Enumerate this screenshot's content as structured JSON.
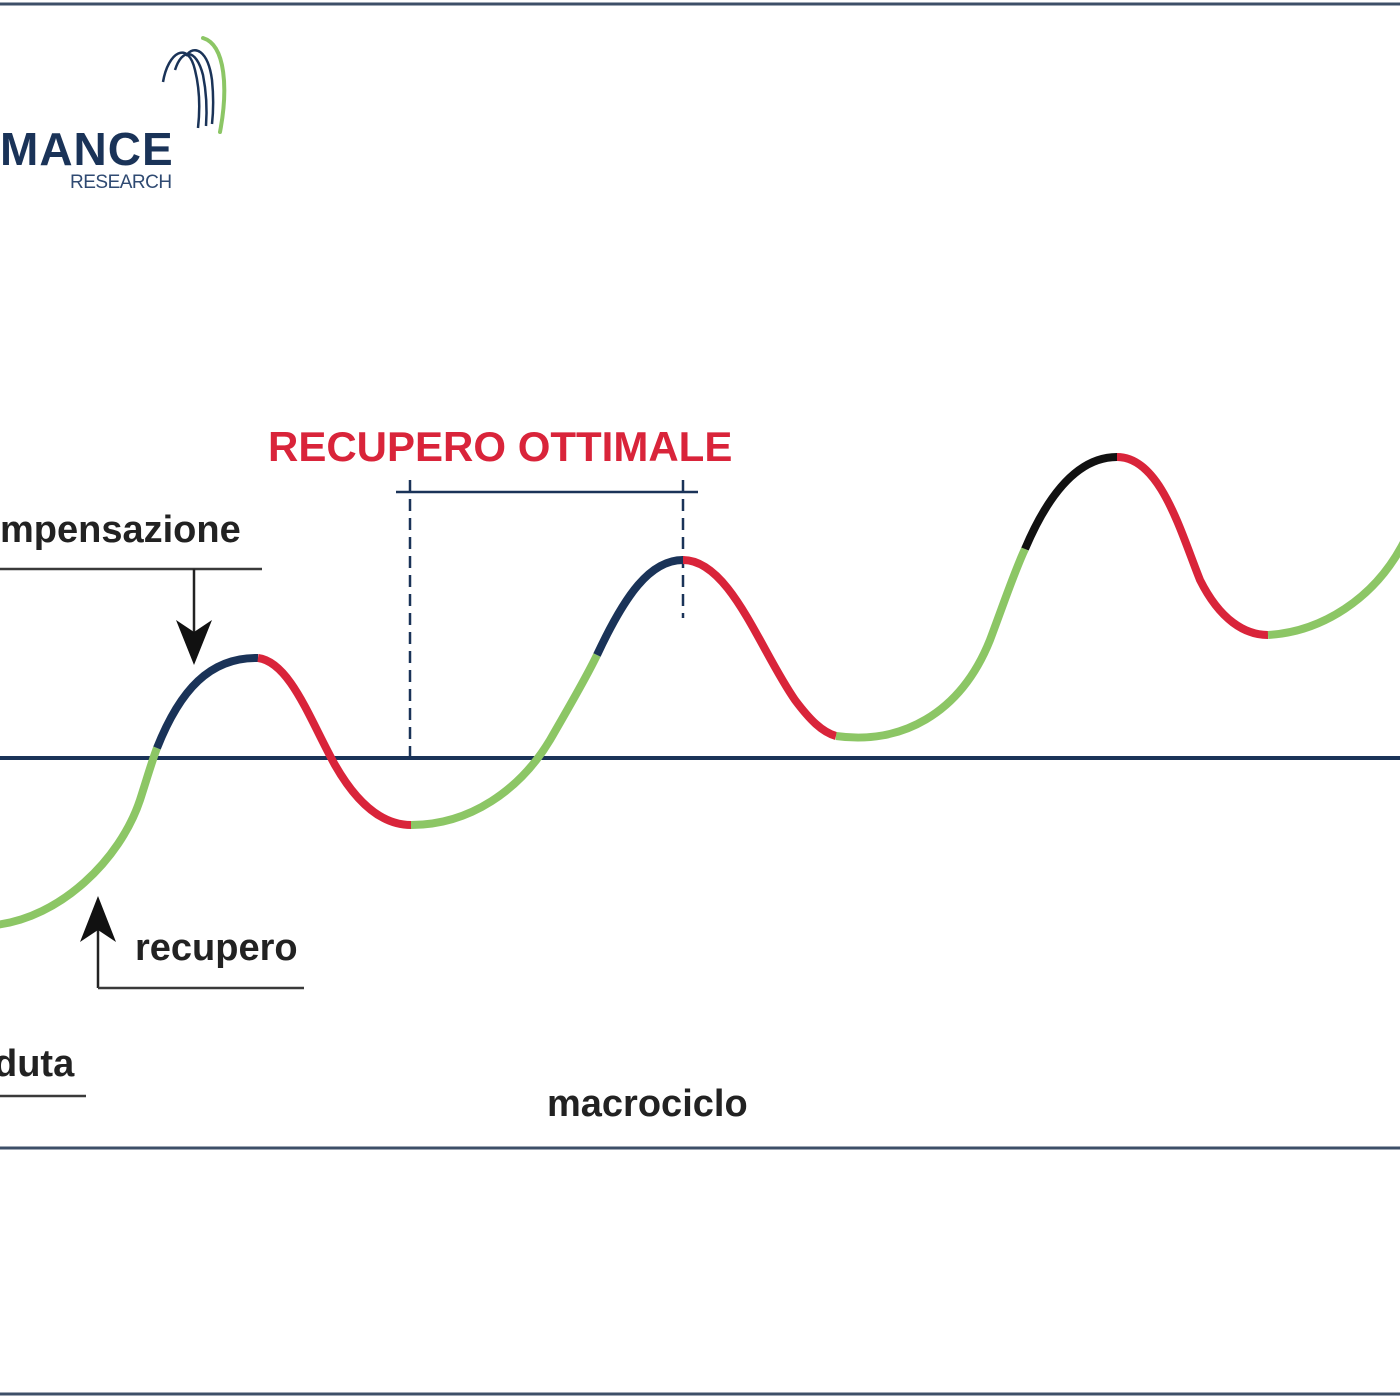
{
  "logo": {
    "word": "MANCE",
    "sub": "RESEARCH"
  },
  "labels": {
    "optimal_recovery": "RECUPERO OTTIMALE",
    "supercompensation": "mpensazione",
    "recovery": "recupero",
    "drop": "duta",
    "macrocycle": "macrociclo"
  },
  "colors": {
    "navy": "#1a3358",
    "green": "#8cc665",
    "red": "#d9243a",
    "black": "#111111",
    "frame": "#3d4f68"
  },
  "segments": [
    {
      "phase": "recovery",
      "color": "green"
    },
    {
      "phase": "supercompensation",
      "color": "navy"
    },
    {
      "phase": "drop",
      "color": "red"
    },
    {
      "phase": "recovery",
      "color": "green"
    },
    {
      "phase": "supercompensation",
      "color": "navy"
    },
    {
      "phase": "drop",
      "color": "red"
    },
    {
      "phase": "recovery",
      "color": "green"
    },
    {
      "phase": "overreaching",
      "color": "black"
    },
    {
      "phase": "drop",
      "color": "red"
    },
    {
      "phase": "recovery",
      "color": "green"
    }
  ]
}
